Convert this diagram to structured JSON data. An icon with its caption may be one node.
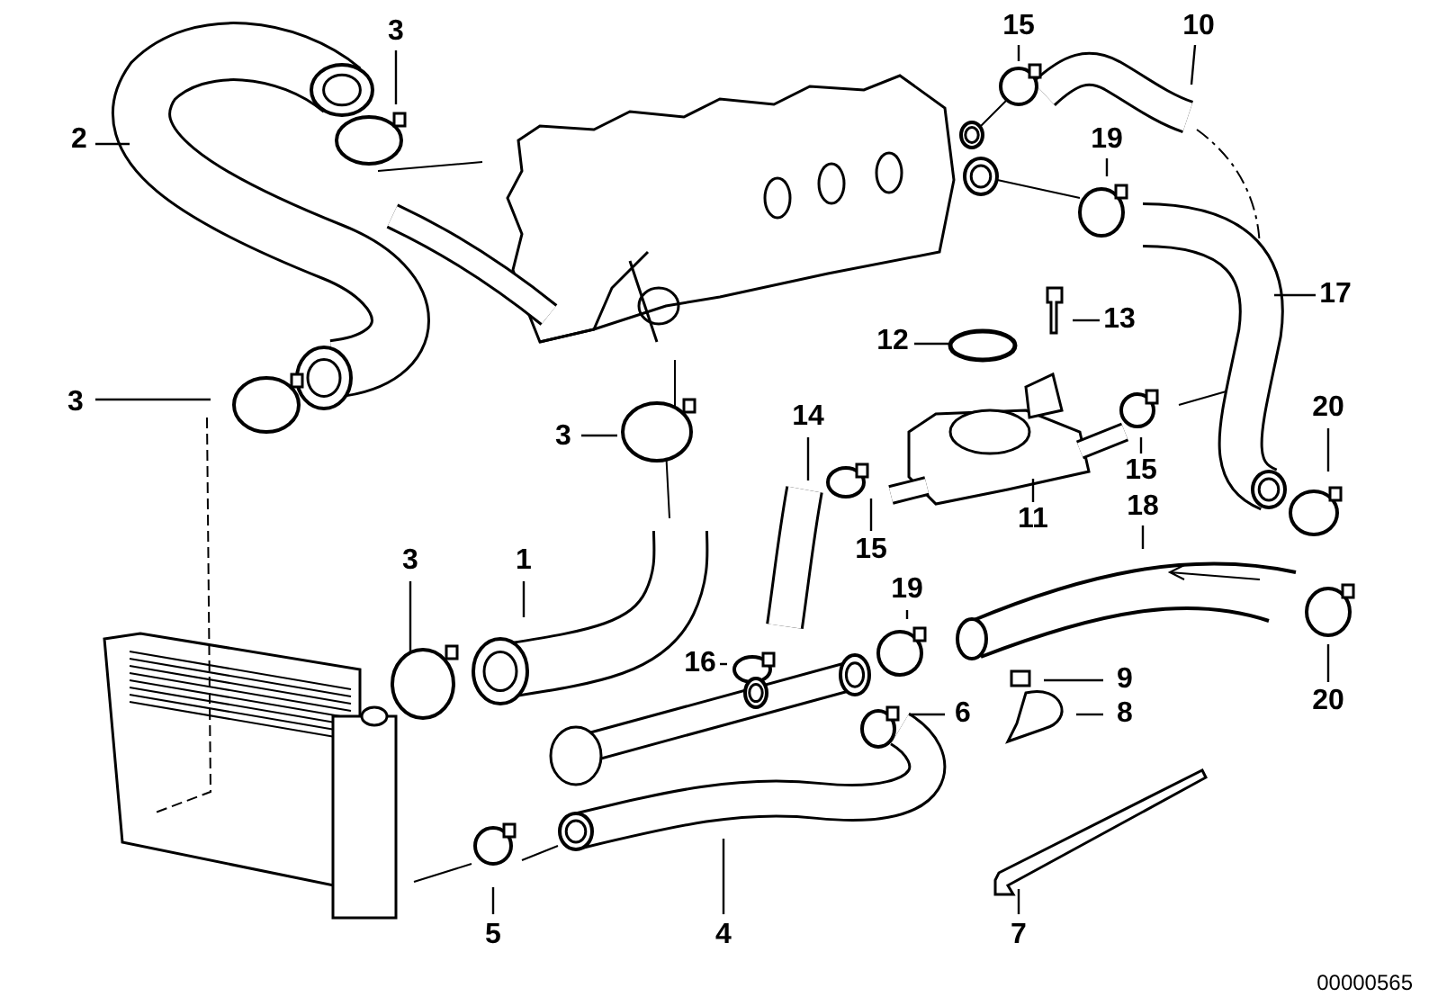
{
  "diagram": {
    "nodes": [
      {
        "text": [
          "3"
        ]
      },
      {
        "text": [
          "15"
        ]
      },
      {
        "text": [
          "10"
        ]
      },
      {
        "text": [
          "2"
        ]
      },
      {
        "text": [
          "19"
        ]
      },
      {
        "text": [
          "17"
        ]
      },
      {
        "text": [
          "12"
        ]
      },
      {
        "text": [
          "13"
        ]
      },
      {
        "text": [
          "3"
        ]
      },
      {
        "text": [
          "3"
        ]
      },
      {
        "text": [
          "14"
        ]
      },
      {
        "text": [
          "20"
        ]
      },
      {
        "text": [
          "15"
        ]
      },
      {
        "text": [
          "15"
        ]
      },
      {
        "text": [
          "11"
        ]
      },
      {
        "text": [
          "18"
        ]
      },
      {
        "text": [
          "3"
        ]
      },
      {
        "text": [
          "1"
        ]
      },
      {
        "text": [
          "19"
        ]
      },
      {
        "text": [
          "16"
        ]
      },
      {
        "text": [
          "9"
        ]
      },
      {
        "text": [
          "6"
        ]
      },
      {
        "text": [
          "8"
        ]
      },
      {
        "text": [
          "20"
        ]
      },
      {
        "text": [
          "5"
        ]
      },
      {
        "text": [
          "4"
        ]
      },
      {
        "text": [
          "7"
        ]
      }
    ],
    "edges": [
      {
        "from": 0,
        "to": null,
        "arrow": "none"
      },
      {
        "from": 1,
        "to": null,
        "arrow": "none"
      },
      {
        "from": 2,
        "to": null,
        "arrow": "none"
      },
      {
        "from": 3,
        "to": null,
        "arrow": "none"
      },
      {
        "from": 4,
        "to": null,
        "arrow": "none"
      },
      {
        "from": 5,
        "to": null,
        "arrow": "none"
      },
      {
        "from": 6,
        "to": null,
        "arrow": "none"
      },
      {
        "from": 7,
        "to": null,
        "arrow": "none"
      },
      {
        "from": 8,
        "to": null,
        "arrow": "none"
      },
      {
        "from": 9,
        "to": null,
        "arrow": "none"
      },
      {
        "from": 10,
        "to": null,
        "arrow": "none"
      },
      {
        "from": 11,
        "to": null,
        "arrow": "none"
      },
      {
        "from": 12,
        "to": null,
        "arrow": "none"
      },
      {
        "from": 13,
        "to": null,
        "arrow": "none"
      },
      {
        "from": 14,
        "to": null,
        "arrow": "none"
      },
      {
        "from": 15,
        "to": null,
        "arrow": "none"
      },
      {
        "from": 16,
        "to": null,
        "arrow": "none"
      },
      {
        "from": 17,
        "to": null,
        "arrow": "none"
      },
      {
        "from": 18,
        "to": null,
        "arrow": "none"
      },
      {
        "from": 19,
        "to": null,
        "arrow": "none"
      },
      {
        "from": 20,
        "to": null,
        "arrow": "none"
      },
      {
        "from": 21,
        "to": null,
        "arrow": "none"
      },
      {
        "from": 22,
        "to": null,
        "arrow": "none"
      },
      {
        "from": 23,
        "to": null,
        "arrow": "none"
      },
      {
        "from": 24,
        "to": null,
        "arrow": "none"
      },
      {
        "from": 25,
        "to": null,
        "arrow": "none"
      },
      {
        "from": 26,
        "to": null,
        "arrow": "none"
      }
    ],
    "labels": [
      "00000565"
    ]
  }
}
